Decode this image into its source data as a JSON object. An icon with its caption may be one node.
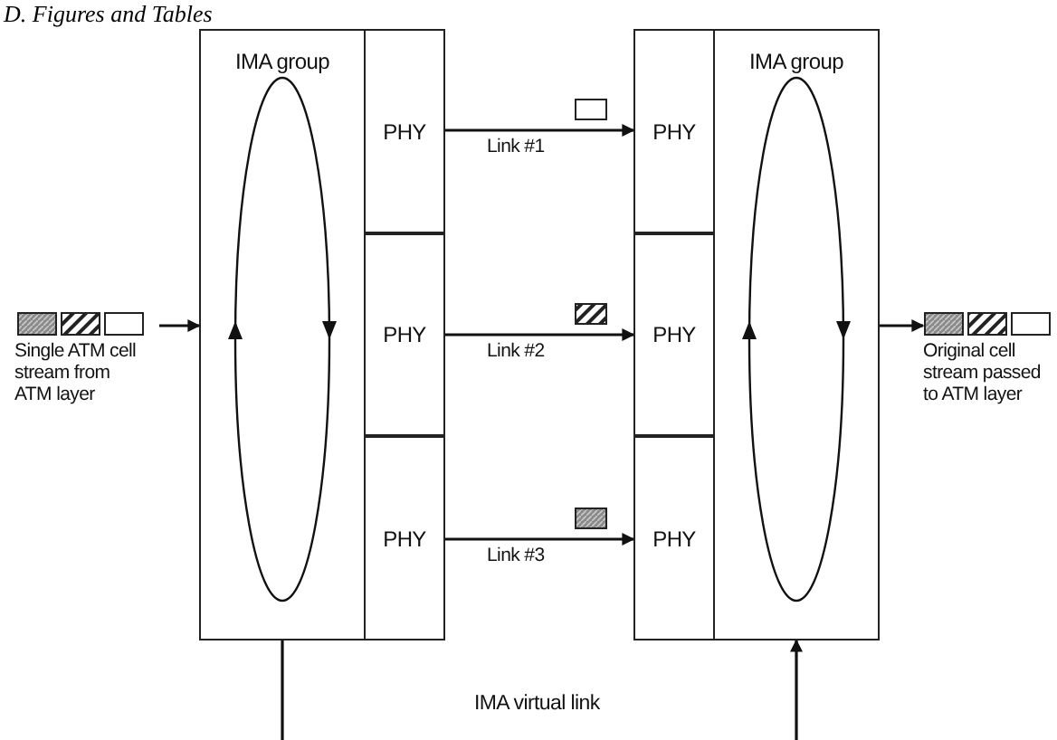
{
  "diagram": {
    "title": "D. Figures and Tables",
    "nodes": [
      {
        "text": [
          "IMA group"
        ]
      },
      {
        "text": [
          "PHY"
        ]
      },
      {
        "text": [
          "PHY"
        ]
      },
      {
        "text": [
          "PHY"
        ]
      },
      {
        "text": [
          "PHY"
        ]
      },
      {
        "text": [
          "PHY"
        ]
      },
      {
        "text": [
          "PHY"
        ]
      },
      {
        "text": [
          "IMA group"
        ]
      },
      {
        "text": [
          "Single ATM cell stream from ATM layer"
        ]
      },
      {
        "text": [
          "Original cell stream passed to ATM layer"
        ]
      }
    ],
    "edges": [
      {
        "from": 8,
        "to": 0,
        "arrow": "to"
      },
      {
        "from": 1,
        "to": 4,
        "arrow": "to",
        "label": "Link #1"
      },
      {
        "from": 2,
        "to": 5,
        "arrow": "to",
        "label": "Link #2"
      },
      {
        "from": 3,
        "to": 6,
        "arrow": "to",
        "label": "Link #3"
      },
      {
        "from": 7,
        "to": 9,
        "arrow": "to"
      },
      {
        "from": 0,
        "to": null,
        "arrow": "none"
      },
      {
        "from": null,
        "to": 7,
        "arrow": "to"
      }
    ],
    "labels": [
      "IMA virtual link"
    ]
  }
}
